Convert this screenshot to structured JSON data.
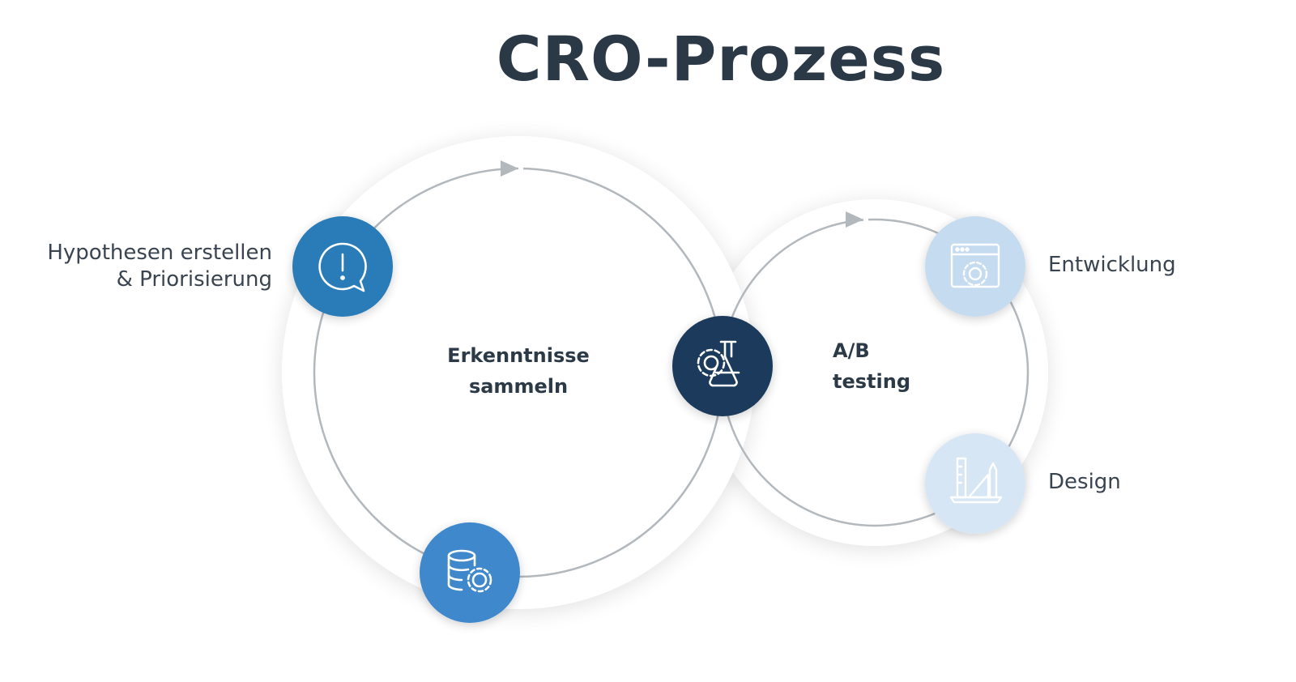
{
  "title": "CRO-Prozess",
  "left_cycle": {
    "center_line1": "Erkenntnisse",
    "center_line2": "sammeln"
  },
  "right_cycle": {
    "center_line1": "A/B",
    "center_line2": "testing"
  },
  "steps": {
    "hypothesen_line1": "Hypothesen erstellen",
    "hypothesen_line2": "& Priorisierung",
    "entwicklung": "Entwicklung",
    "design": "Design"
  },
  "colors": {
    "hypothesen": "#2a7bb8",
    "daten": "#3f88cc",
    "testing": "#1b3a5c",
    "entwicklung": "#c5dbf0",
    "design": "#d6e6f5",
    "ring": "#b3b8bd",
    "title": "#2b3846"
  },
  "icons": {
    "hypothesen": "alert-speech-bubble-icon",
    "daten": "database-gear-icon",
    "testing": "gear-flask-icon",
    "entwicklung": "browser-gear-icon",
    "design": "design-tools-icon"
  }
}
